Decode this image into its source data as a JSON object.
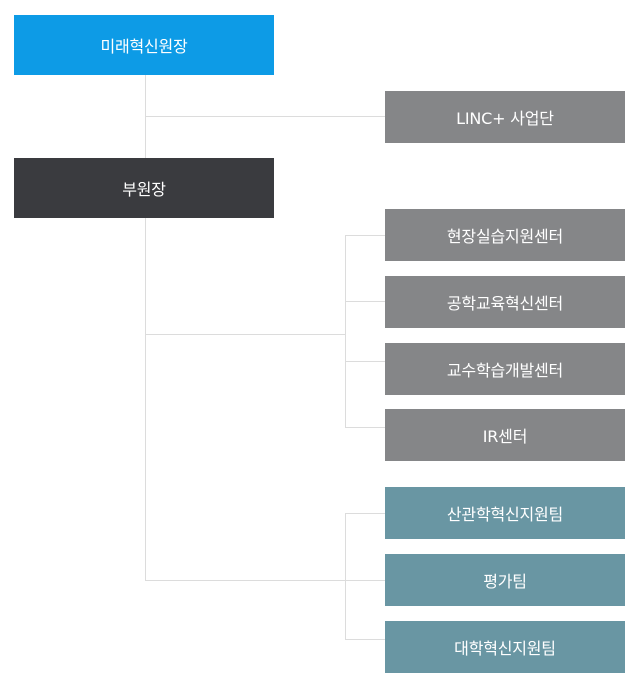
{
  "org_chart": {
    "top": {
      "label": "미래혁신원장",
      "color": "#0d9be6"
    },
    "direct_unit": {
      "label": "LINC+ 사업단",
      "color": "#858688"
    },
    "vice": {
      "label": "부원장",
      "color": "#3a3b3f"
    },
    "centers": [
      {
        "label": "현장실습지원센터"
      },
      {
        "label": "공학교육혁신센터"
      },
      {
        "label": "교수학습개발센터"
      },
      {
        "label": "IR센터"
      }
    ],
    "teams": [
      {
        "label": "산관학혁신지원팀"
      },
      {
        "label": "평가팀"
      },
      {
        "label": "대학혁신지원팀"
      }
    ],
    "colors": {
      "center_box": "#858688",
      "team_box": "#6996a3",
      "connector": "#dcdcdc"
    }
  }
}
